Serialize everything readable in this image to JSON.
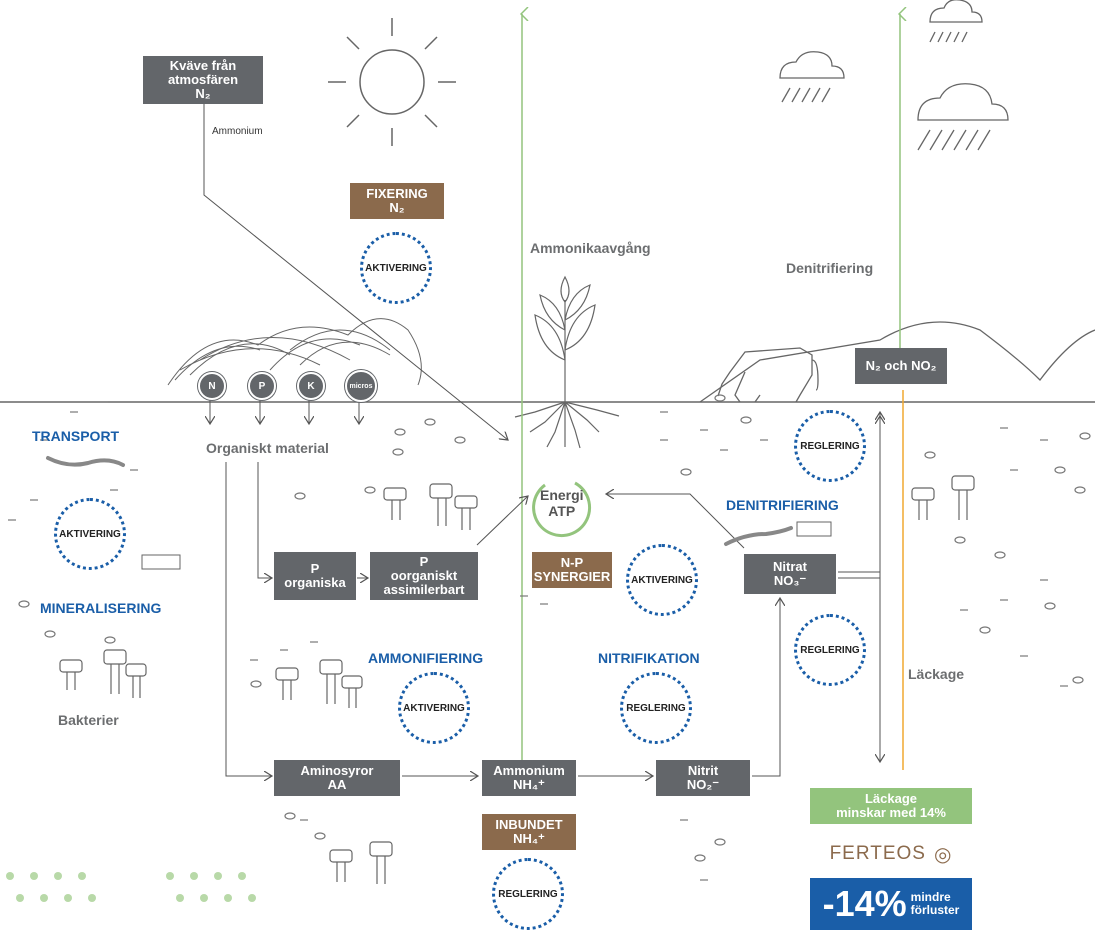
{
  "atmosphere": {
    "line1": "Kväve från",
    "line2": "atmosfären",
    "line3": "N₂",
    "ammonium_label": "Ammonium"
  },
  "fixering": {
    "line1": "FIXERING",
    "line2": "N₂"
  },
  "processes": {
    "ammonikaavgang": "Ammonikaavgång",
    "denitrifiering_air": "Denitrifiering",
    "lackage": "Läckage"
  },
  "n2_no2": "N₂ och NO₂",
  "nutrients": [
    "N",
    "P",
    "K",
    "micros"
  ],
  "organic_material": "Organiskt material",
  "energy": {
    "line1": "Energi",
    "line2": "ATP"
  },
  "left_labels": {
    "transport": "TRANSPORT",
    "mineralisering": "MINERALISERING",
    "bakterier": "Bakterier"
  },
  "labels": {
    "ammonifiering": "AMMONIFIERING",
    "nitrifikation": "NITRIFIKATION",
    "denitrifiering": "DENITRIFIERING"
  },
  "circles": {
    "aktivering": "AKTIVERING",
    "reglering": "REGLERING"
  },
  "boxes": {
    "p_organiska": {
      "line1": "P",
      "line2": "organiska"
    },
    "p_oorganiskt": {
      "line1": "P",
      "line2": "oorganiskt",
      "line3": "assimilerbart"
    },
    "np": {
      "line1": "N-P",
      "line2": "SYNERGIER"
    },
    "nitrat": {
      "line1": "Nitrat",
      "line2": "NO₃⁻"
    },
    "aminosyror": {
      "line1": "Aminosyror",
      "line2": "AA"
    },
    "ammonium": {
      "line1": "Ammonium",
      "line2": "NH₄⁺"
    },
    "nitrit": {
      "line1": "Nitrit",
      "line2": "NO₂⁻"
    },
    "inbundet": {
      "line1": "INBUNDET",
      "line2": "NH₄⁺"
    },
    "lackage_box": {
      "line1": "Läckage",
      "line2": "minskar med 14%"
    }
  },
  "ferteos": {
    "brand": "FERTEOS",
    "percent": "-14%",
    "sub1": "mindre",
    "sub2": "förluster"
  },
  "colors": {
    "box_grey": "#63666a",
    "box_brown": "#8b6a4c",
    "accent_blue": "#1a5ea8",
    "green_arrow": "#93c47d",
    "orange_arrow": "#f0a830"
  }
}
